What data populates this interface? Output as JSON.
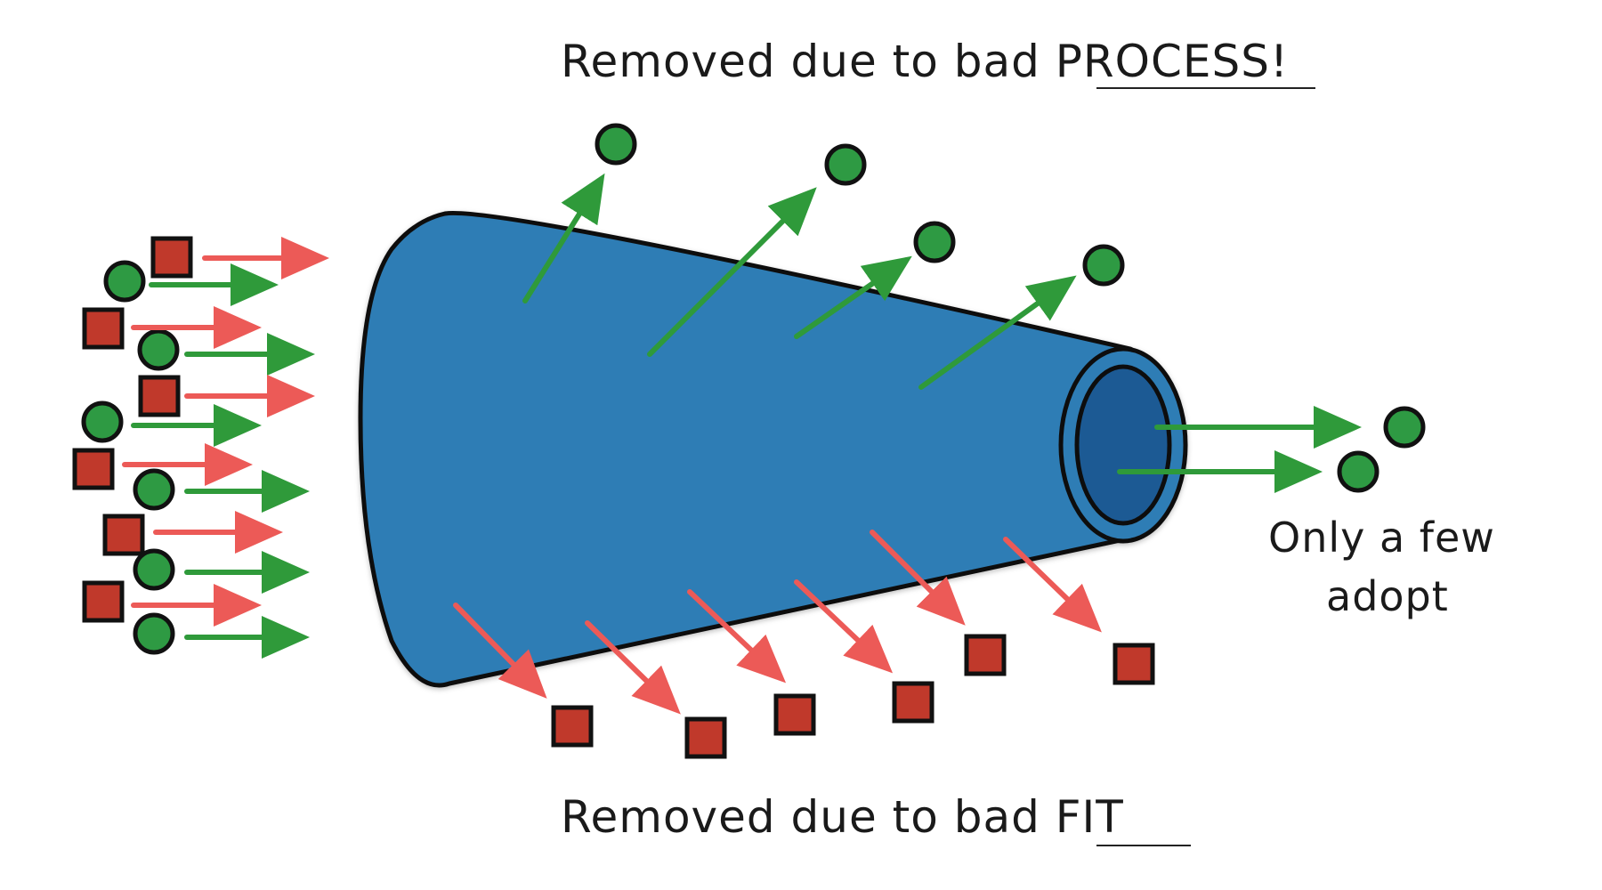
{
  "labels": {
    "top_prefix": "Removed due to bad ",
    "top_emphasis": "PROCESS!",
    "bottom_prefix": "Removed due to bad ",
    "bottom_emphasis": "FIT",
    "adopt_line1": "Only a few",
    "adopt_line2": "adopt"
  },
  "colors": {
    "funnel": "#2f7db5",
    "funnel_throat": "#1b5a94",
    "outline": "#111111",
    "green_dot": "#2e9a43",
    "red_square": "#c0392b",
    "green_arrow": "#2f9a3a",
    "red_arrow": "#ec5a57"
  },
  "icons": {
    "green_item": "green-circle-icon",
    "red_item": "red-square-icon",
    "flow_arrow": "arrow-icon",
    "funnel": "funnel-shape"
  }
}
